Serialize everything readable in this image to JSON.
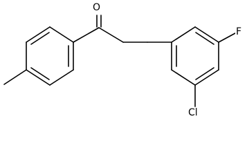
{
  "molecule": {
    "atom_labels": {
      "oxygen": "O",
      "fluorine": "F",
      "chlorine": "Cl"
    }
  }
}
